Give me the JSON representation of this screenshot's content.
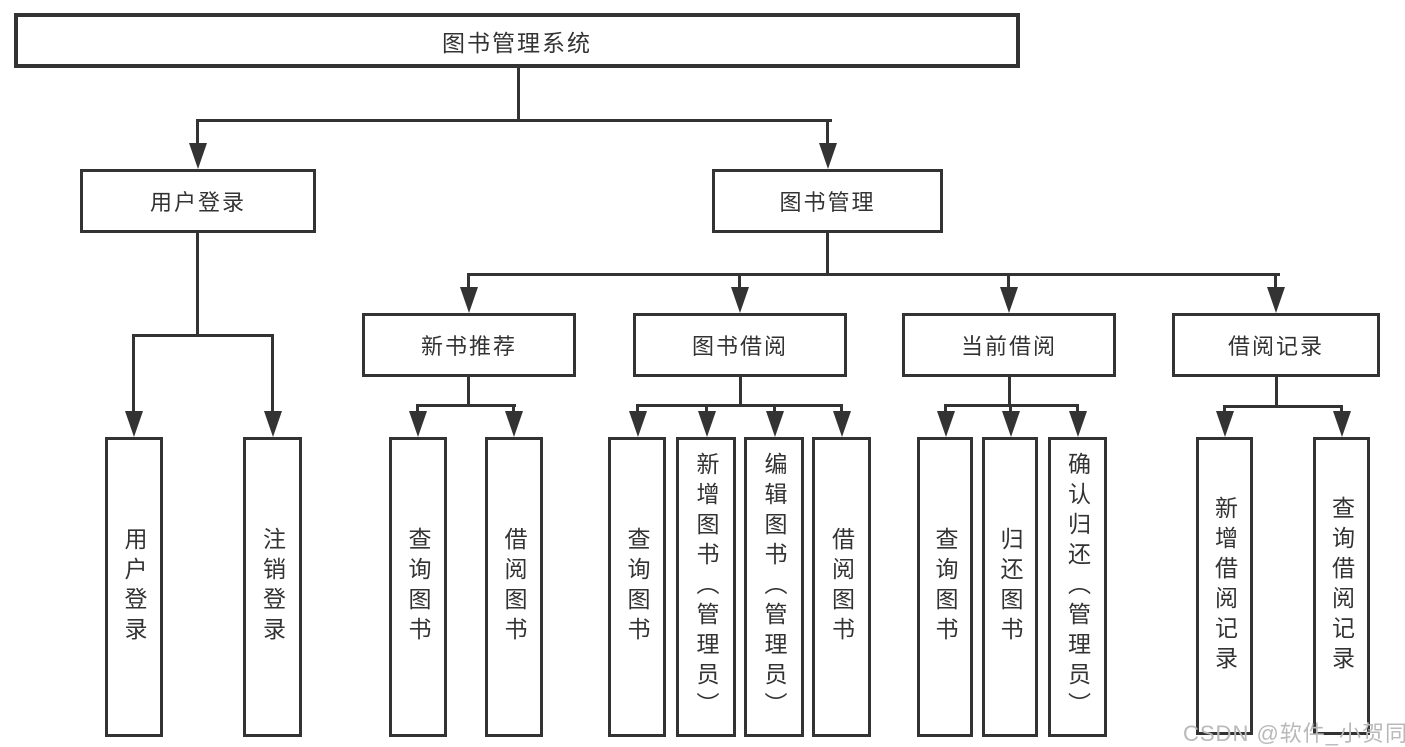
{
  "watermark": "CSDN @软件_小贺同学",
  "colors": {
    "line": "#333333",
    "box_border": "#333333",
    "box_fill": "#ffffff",
    "text": "#333333",
    "watermark_text": "#b9b9b9"
  },
  "diagram": {
    "type": "hierarchy-tree",
    "root": {
      "label": "图书管理系统"
    },
    "branches": [
      {
        "label": "用户登录",
        "children": [
          "用户登录",
          "注销登录"
        ]
      },
      {
        "label": "图书管理",
        "children": [
          {
            "label": "新书推荐",
            "children": [
              "查询图书",
              "借阅图书"
            ]
          },
          {
            "label": "图书借阅",
            "children": [
              "查询图书",
              "新增图书（管理员）",
              "编辑图书（管理员）",
              "借阅图书"
            ]
          },
          {
            "label": "当前借阅",
            "children": [
              "查询图书",
              "归还图书",
              "确认归还（管理员）"
            ]
          },
          {
            "label": "借阅记录",
            "children": [
              "新增借阅记录",
              "查询借阅记录"
            ]
          }
        ]
      }
    ]
  }
}
